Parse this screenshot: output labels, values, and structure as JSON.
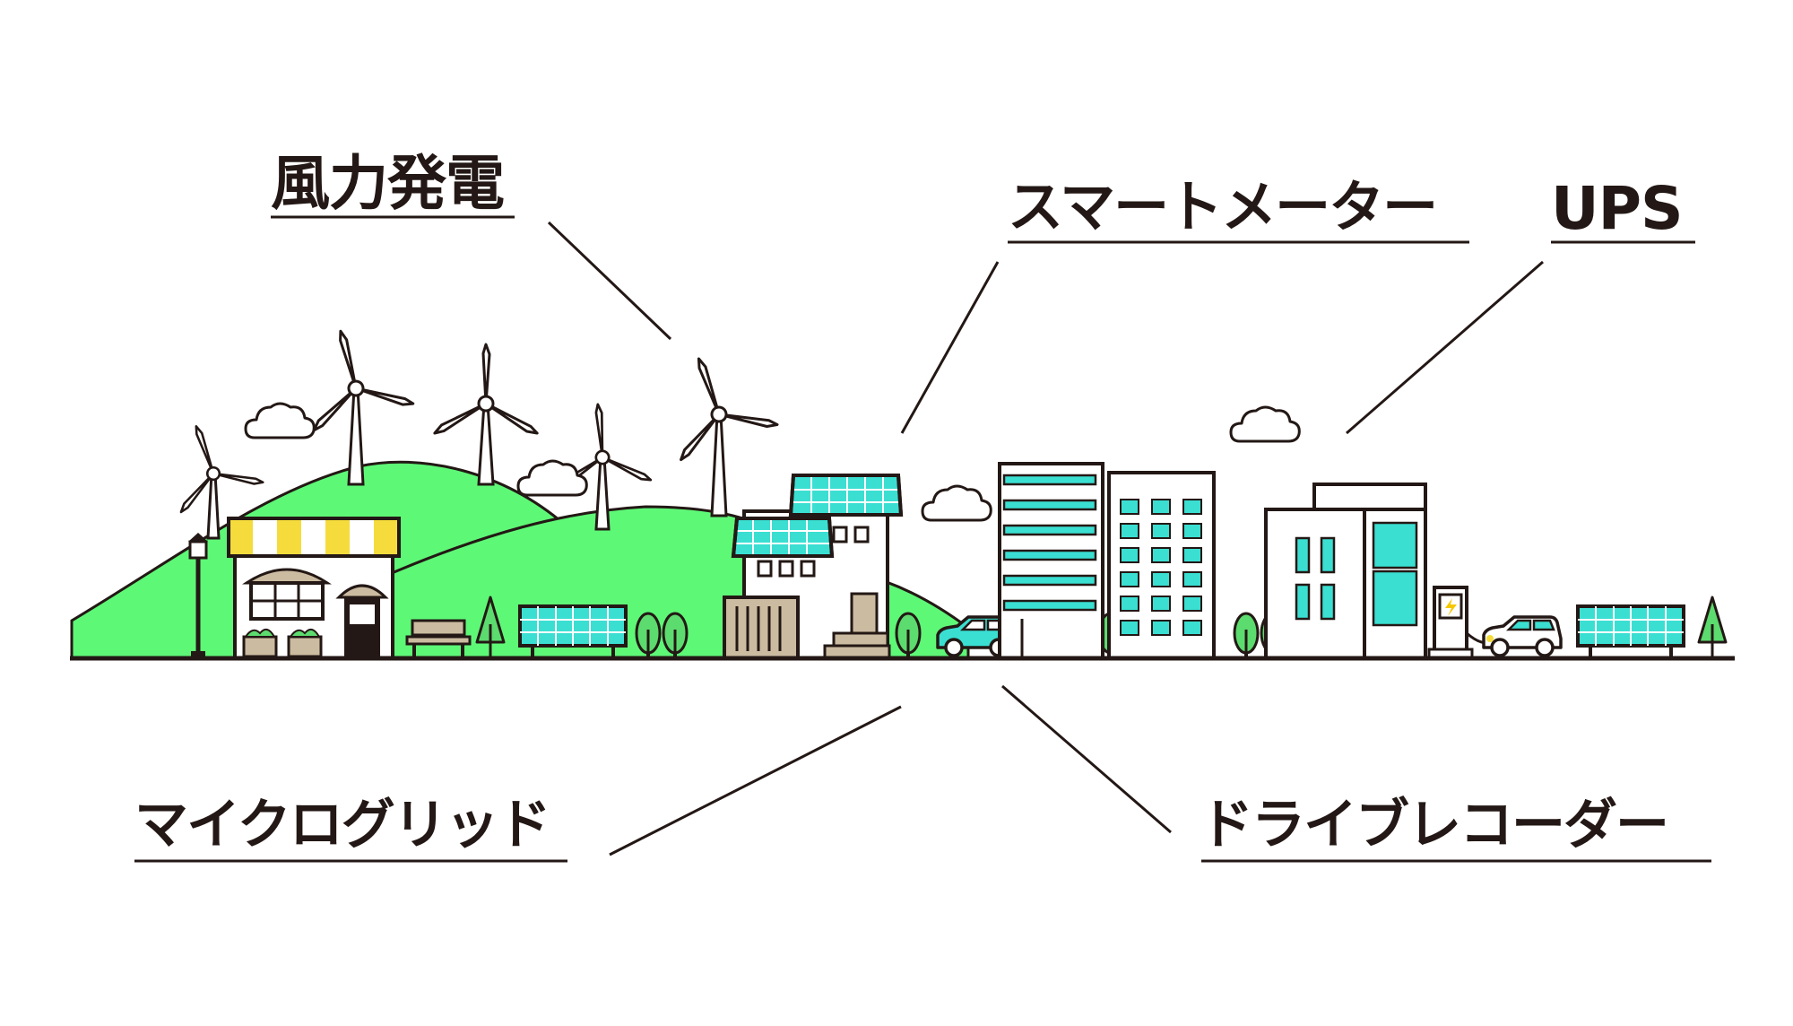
{
  "labels": {
    "wind_power": "風力発電",
    "smart_meter": "スマートメーター",
    "ups": "UPS",
    "microgrid": "マイクログリッド",
    "drive_recorder": "ドライブレコーダー"
  },
  "colors": {
    "ink": "#231815",
    "hill": "#5EF877",
    "panel": "#3ADFD2",
    "awning": "#F5DC3C",
    "wood": "#CBBBA0",
    "tree": "#5CDB6E",
    "car": "#3ADFD2",
    "white": "#FFFFFF",
    "bolt": "#F5C800"
  }
}
